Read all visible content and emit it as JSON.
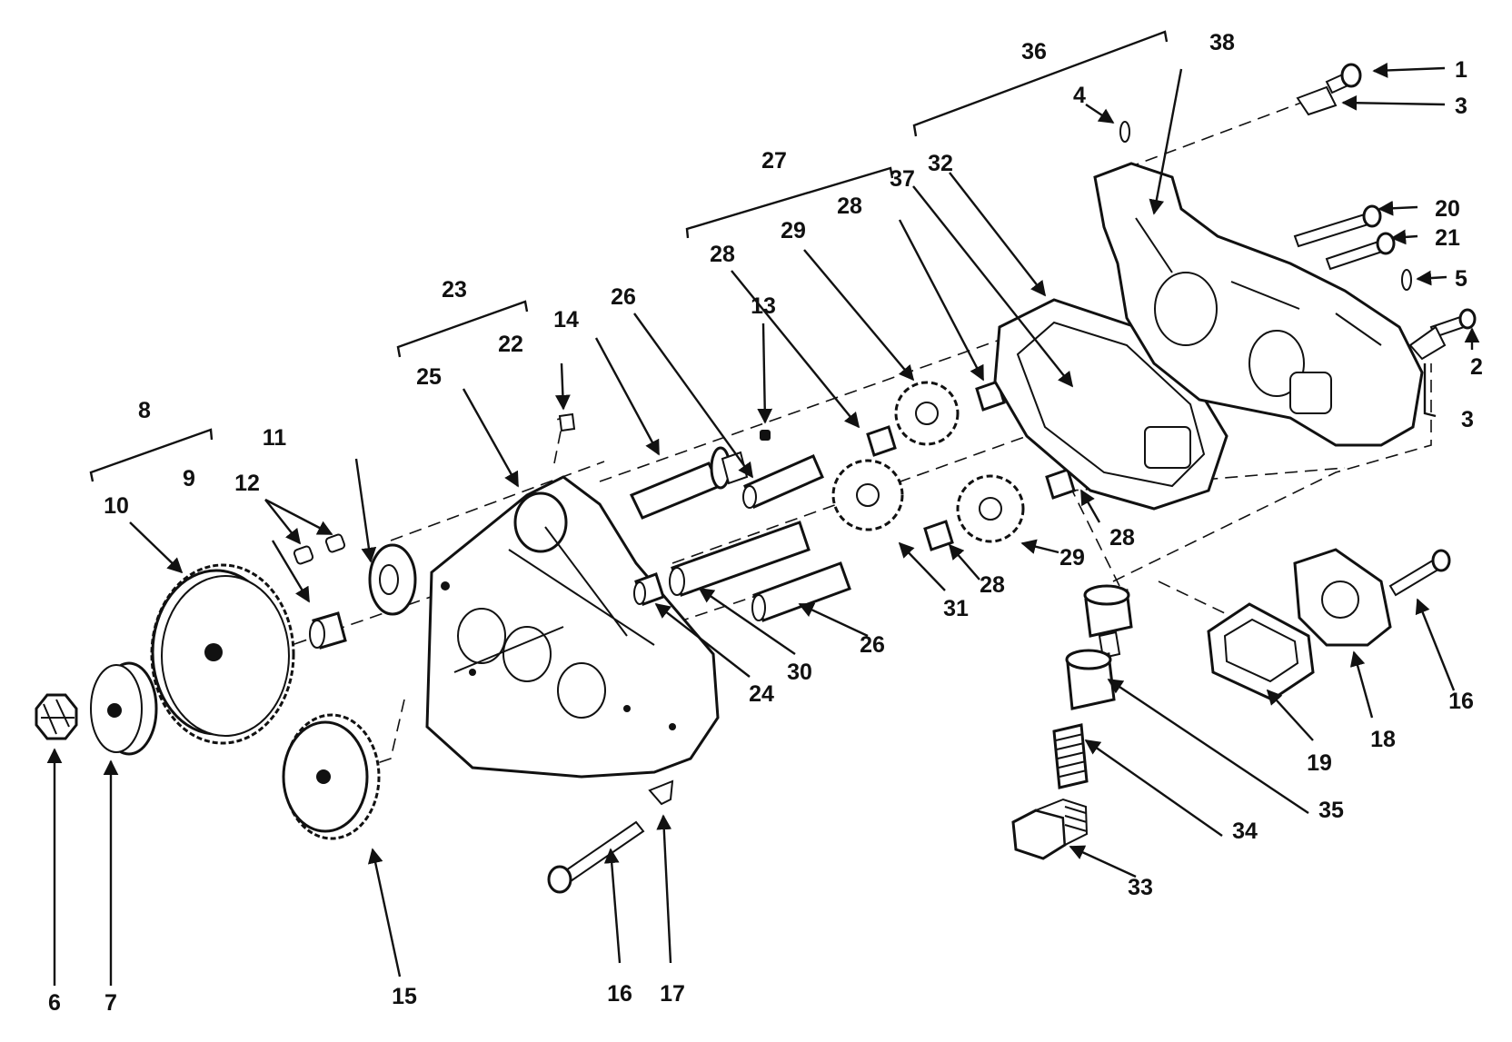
{
  "callouts": {
    "c1": "1",
    "c2": "2",
    "c3a": "3",
    "c3b": "3",
    "c4": "4",
    "c5": "5",
    "c6": "6",
    "c7": "7",
    "c8": "8",
    "c9": "9",
    "c10": "10",
    "c11": "11",
    "c12": "12",
    "c13": "13",
    "c14": "14",
    "c15": "15",
    "c16a": "16",
    "c16b": "16",
    "c17": "17",
    "c18": "18",
    "c19": "19",
    "c20": "20",
    "c21": "21",
    "c22": "22",
    "c23": "23",
    "c24": "24",
    "c25": "25",
    "c26a": "26",
    "c26b": "26",
    "c27": "27",
    "c28a": "28",
    "c28b": "28",
    "c28c": "28",
    "c28d": "28",
    "c29a": "29",
    "c29b": "29",
    "c30": "30",
    "c31": "31",
    "c32": "32",
    "c33": "33",
    "c34": "34",
    "c35": "35",
    "c36": "36",
    "c37": "37",
    "c38": "38"
  },
  "colors": {
    "ink": "#111111",
    "paper": "#ffffff"
  }
}
